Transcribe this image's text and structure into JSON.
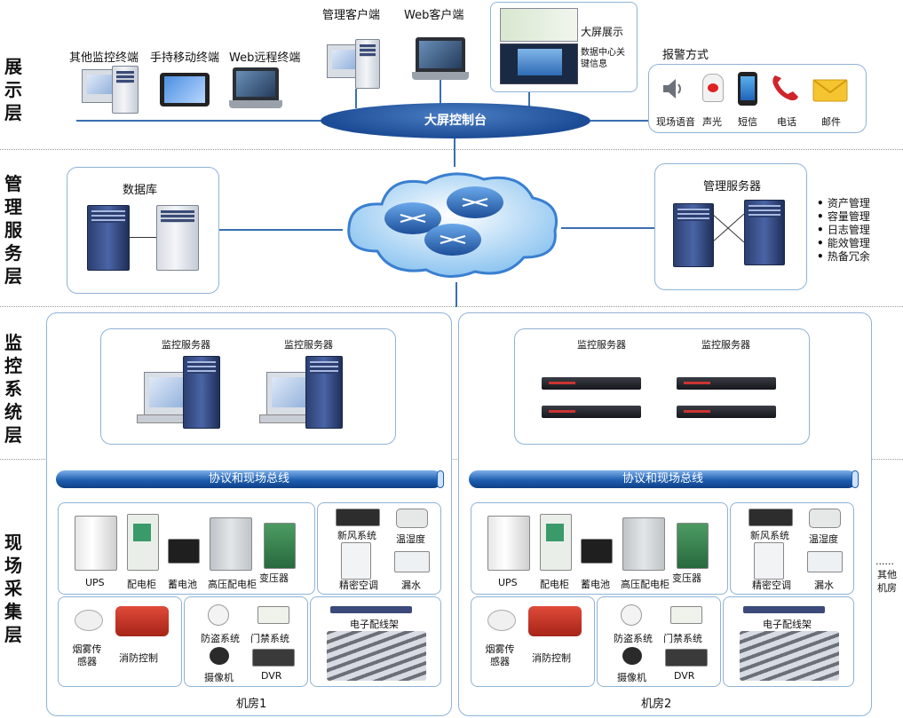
{
  "layers": {
    "display": "展示层",
    "management": "管理服务层",
    "monitor": "监控系统层",
    "field": "现场采集层"
  },
  "display": {
    "terminals": {
      "other_monitor": "其他监控终端",
      "handheld": "手持移动终端",
      "web_remote": "Web远程终端",
      "manager_client": "管理客户端",
      "web_client": "Web客户端"
    },
    "console": "大屏控制台",
    "bigscreen": {
      "title": "大屏展示",
      "subtitle": "数据中心关键信息"
    },
    "alarm": {
      "title": "报警方式",
      "items": [
        "现场语音",
        "声光",
        "短信",
        "电话",
        "邮件"
      ]
    }
  },
  "management": {
    "database": "数据库",
    "mgmt_server": "管理服务器",
    "functions": [
      "资产管理",
      "容量管理",
      "日志管理",
      "能效管理",
      "热备冗余"
    ]
  },
  "monitor": {
    "server": "监控服务器"
  },
  "field": {
    "bus": "协议和现场总线",
    "power": {
      "ups": "UPS",
      "distribution": "配电柜",
      "battery": "蓄电池",
      "hv": "高压配电柜",
      "transformer": "变压器"
    },
    "env": {
      "fresh_air": "新风系统",
      "temp_humidity": "温湿度",
      "precision_ac": "精密空调",
      "leak": "漏水"
    },
    "fire": {
      "smoke": "烟雾传感器",
      "fire_control": "消防控制"
    },
    "security": {
      "antitheft": "防盗系统",
      "access": "门禁系统",
      "camera": "摄像机",
      "dvr": "DVR"
    },
    "patch": "电子配线架",
    "rooms": [
      "机房1",
      "机房2"
    ],
    "others": {
      "dots": "......",
      "label": "其他机房"
    }
  }
}
